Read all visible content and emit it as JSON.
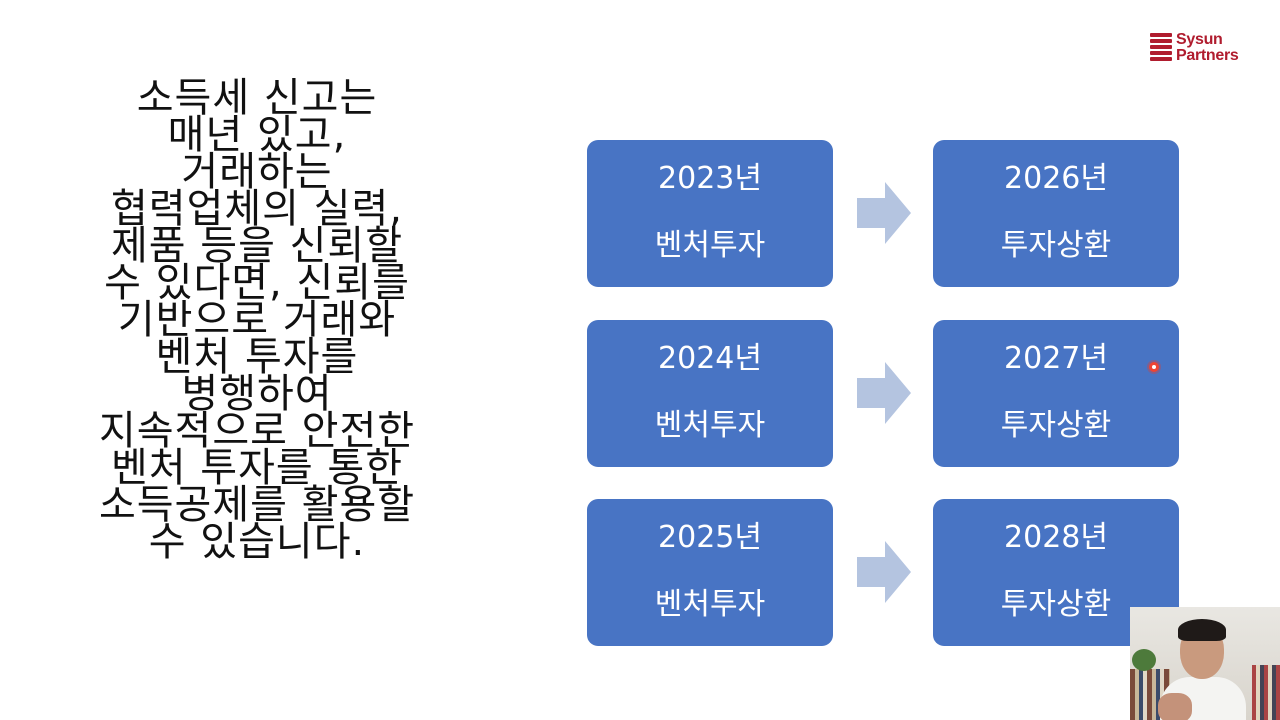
{
  "logo": {
    "line1": "Sysun",
    "line2": "Partners",
    "color": "#b01c2e"
  },
  "paragraph": [
    "소득세 신고는",
    "매년 있고,",
    "거래하는",
    "협력업체의 실력,",
    "제품 등을 신뢰할",
    "수 있다면, 신뢰를",
    "기반으로 거래와",
    "벤처 투자를",
    "병행하여",
    "지속적으로 안전한",
    "벤처 투자를 통한",
    "소득공제를 활용할",
    "수 있습니다."
  ],
  "rows": [
    {
      "invest": {
        "year": "2023년",
        "label": "벤처투자"
      },
      "repay": {
        "year": "2026년",
        "label": "투자상환"
      }
    },
    {
      "invest": {
        "year": "2024년",
        "label": "벤처투자"
      },
      "repay": {
        "year": "2027년",
        "label": "투자상환"
      }
    },
    {
      "invest": {
        "year": "2025년",
        "label": "벤처투자"
      },
      "repay": {
        "year": "2028년",
        "label": "투자상환"
      }
    }
  ],
  "colors": {
    "box": "#4874c4",
    "arrow": "#b4c4e0",
    "text": "#111111"
  }
}
